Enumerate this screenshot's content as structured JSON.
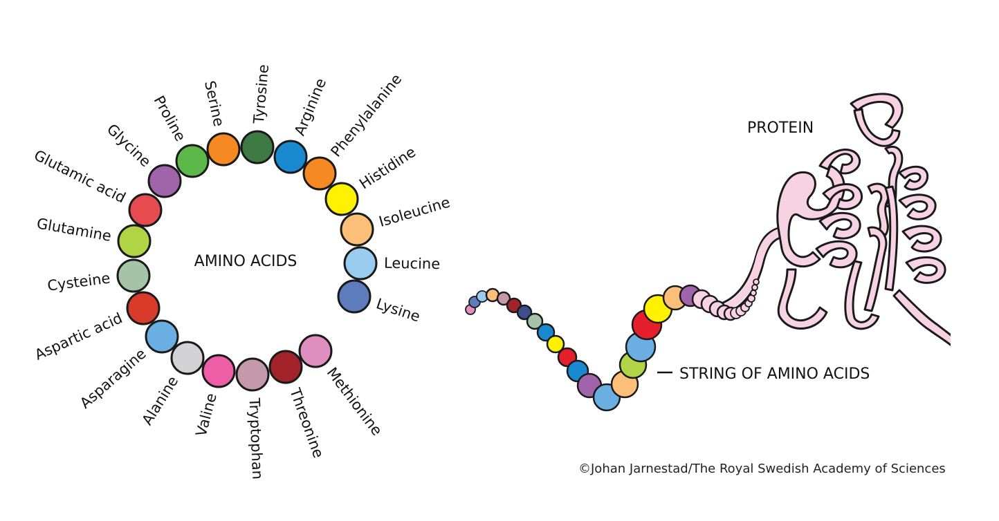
{
  "ring": {
    "title": "AMINO ACIDS",
    "items": [
      {
        "label": "Glutamic acid",
        "color": "#e54b4f"
      },
      {
        "label": "Glycine",
        "color": "#a064aa"
      },
      {
        "label": "Proline",
        "color": "#5db84a"
      },
      {
        "label": "Serine",
        "color": "#f58a25"
      },
      {
        "label": "Tyrosine",
        "color": "#3d7a44"
      },
      {
        "label": "Arginine",
        "color": "#1a8ad0"
      },
      {
        "label": "Phenylalanine",
        "color": "#f58a25"
      },
      {
        "label": "Histidine",
        "color": "#fff200"
      },
      {
        "label": "Isoleucine",
        "color": "#fbbf7a"
      },
      {
        "label": "Leucine",
        "color": "#99cbee"
      },
      {
        "label": "Lysine",
        "color": "#5e7bbd"
      },
      {
        "label": "Methionine",
        "color": "#de8fbf"
      },
      {
        "label": "Threonine",
        "color": "#a3232b"
      },
      {
        "label": "Tryptophan",
        "color": "#c49aaa"
      },
      {
        "label": "Valine",
        "color": "#ee5ea7"
      },
      {
        "label": "Alanine",
        "color": "#d2d2d4"
      },
      {
        "label": "Asparagine",
        "color": "#6aaee2"
      },
      {
        "label": "Aspartic acid",
        "color": "#d93b2a"
      },
      {
        "label": "Cysteine",
        "color": "#a5c4a7"
      },
      {
        "label": "Glutamine",
        "color": "#b1d446"
      }
    ]
  },
  "protein": {
    "title": "PROTEIN",
    "string_label": "STRING OF AMINO ACIDS",
    "ribbon_color": "#f6d2e3"
  },
  "credit": "©Johan Jarnestad/The Royal Swedish Academy of Sciences"
}
